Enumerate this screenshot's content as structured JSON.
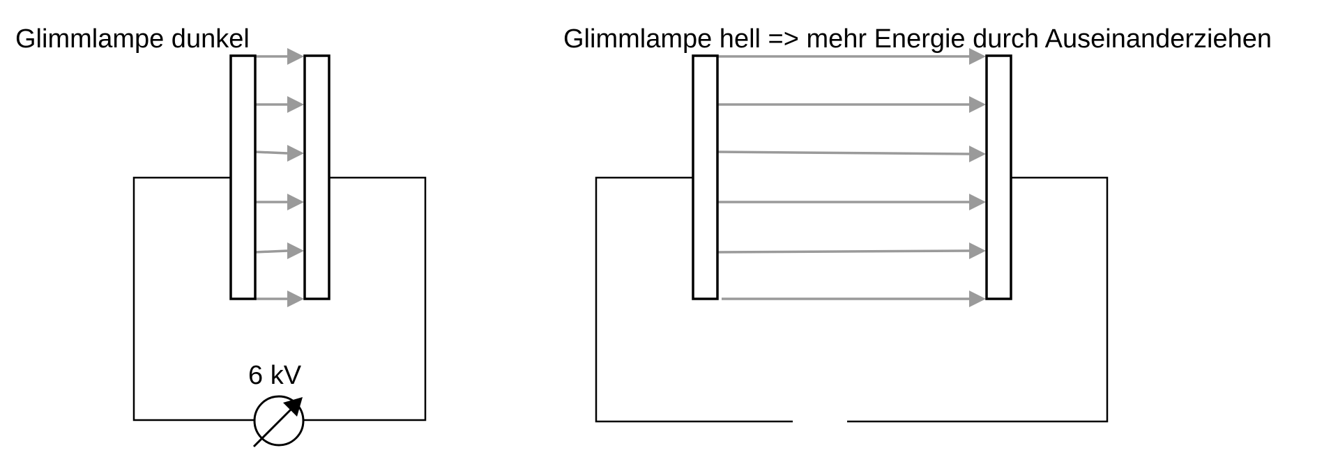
{
  "left_setup": {
    "title": "Glimmlampe dunkel",
    "source_label": "6 kV"
  },
  "right_setup": {
    "title": "Glimmlampe hell => mehr Energie durch Auseinanderziehen"
  },
  "colors": {
    "wire": "#000000",
    "plate_fill": "#ffffff",
    "field_line": "#9a9a9a"
  }
}
